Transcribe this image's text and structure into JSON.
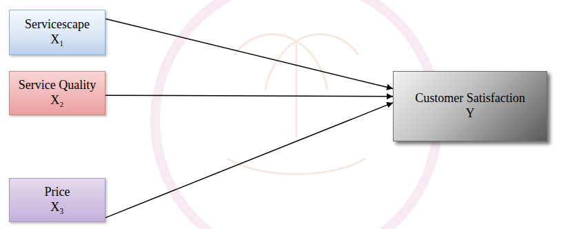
{
  "diagram": {
    "nodes": [
      {
        "text": [
          "Servicescape",
          "X₁"
        ]
      },
      {
        "text": [
          "Service Quality",
          "X₂"
        ]
      },
      {
        "text": [
          "Price",
          "X₃"
        ]
      },
      {
        "text": [
          "Customer Satisfaction",
          "Y"
        ]
      }
    ],
    "edges": [
      {
        "from": 0,
        "to": 3,
        "arrow": "to"
      },
      {
        "from": 1,
        "to": 3,
        "arrow": "to"
      },
      {
        "from": 2,
        "to": 3,
        "arrow": "to"
      }
    ]
  }
}
